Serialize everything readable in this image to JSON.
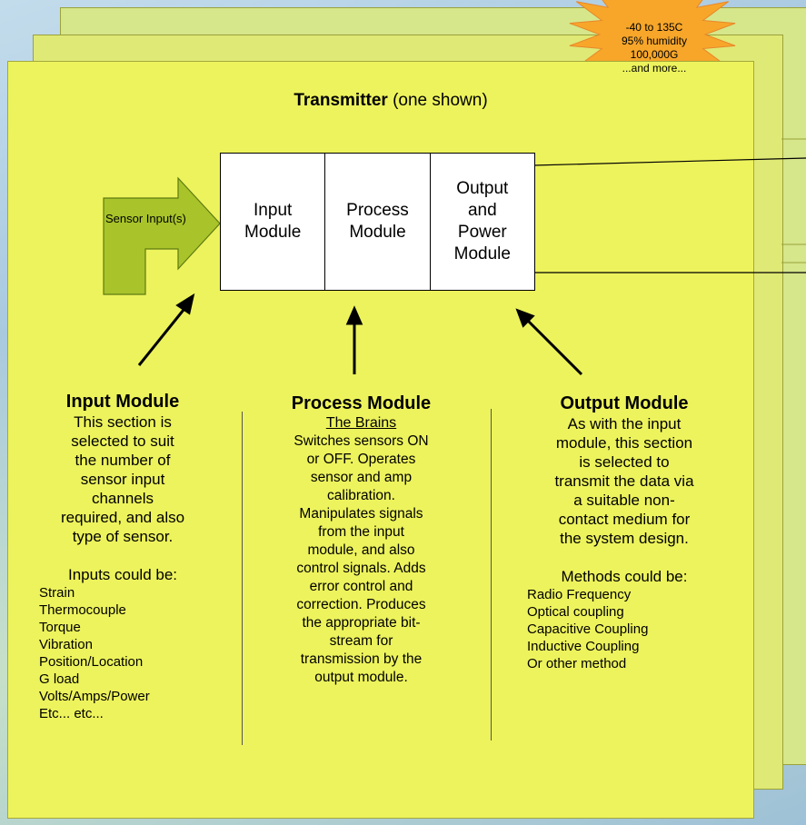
{
  "starburst": {
    "lines": [
      "-40 to 135C",
      "95% humidity",
      "100,000G",
      "...and more..."
    ],
    "fill": "#f7a62a"
  },
  "title": {
    "bold": "Transmitter",
    "rest": " (one shown)"
  },
  "sensor_input_label": "Sensor Input(s)",
  "modules": [
    {
      "lines": [
        "Input",
        "Module"
      ]
    },
    {
      "lines": [
        "Process",
        "Module"
      ]
    },
    {
      "lines": [
        "Output",
        "and",
        "Power",
        "Module"
      ]
    }
  ],
  "input_module": {
    "heading": "Input Module",
    "body": [
      "This section is",
      "selected to suit",
      "the number of",
      "sensor input",
      "channels",
      "required, and also",
      "type of sensor."
    ],
    "list_heading": "Inputs could be:",
    "items": [
      "Strain",
      "Thermocouple",
      "Torque",
      "Vibration",
      "Position/Location",
      "G load",
      "Volts/Amps/Power",
      "Etc... etc..."
    ]
  },
  "process_module": {
    "heading": "Process Module",
    "subheading": "The Brains",
    "body": [
      "Switches sensors ON",
      "or OFF. Operates",
      "sensor and amp",
      "calibration.",
      "Manipulates signals",
      "from the input",
      "module, and also",
      "control signals. Adds",
      "error control and",
      "correction. Produces",
      "the appropriate bit-",
      "stream for",
      "transmission by the",
      "output module."
    ]
  },
  "output_module": {
    "heading": "Output Module",
    "body": [
      "As with the input",
      "module, this section",
      "is selected to",
      "transmit the data via",
      "a suitable non-",
      "contact medium for",
      "the system design."
    ],
    "list_heading": "Methods could be:",
    "items": [
      "Radio Frequency",
      "Optical coupling",
      "Capacitive Coupling",
      "Inductive Coupling",
      "Or other method"
    ]
  },
  "colors": {
    "card_yellow": "#edf35c",
    "arrow_green": "#a8c42a"
  }
}
